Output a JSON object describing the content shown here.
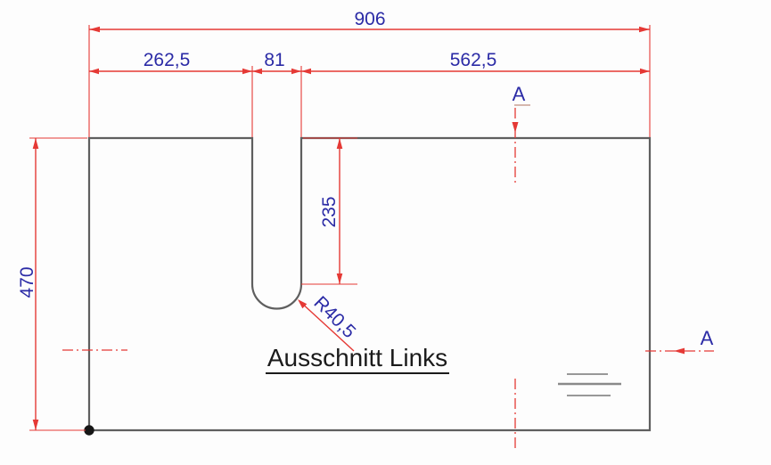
{
  "drawing_title": "Ausschnitt Links",
  "dimensions": {
    "overall_width": "906",
    "left_segment": "262,5",
    "slot_width": "81",
    "right_segment": "562,5",
    "overall_height": "470",
    "slot_depth": "235",
    "slot_corner_radius": "R40,5"
  },
  "section_marks": {
    "top_label": "A",
    "right_label": "A"
  },
  "colors": {
    "red": "#e53935",
    "blue": "#2b2ba6",
    "outline": "#5f5f5f",
    "hatch": "#8a8a8a",
    "ink": "#1b1b1b",
    "bg": "#fdfdfd",
    "tick": "#c9a294"
  }
}
